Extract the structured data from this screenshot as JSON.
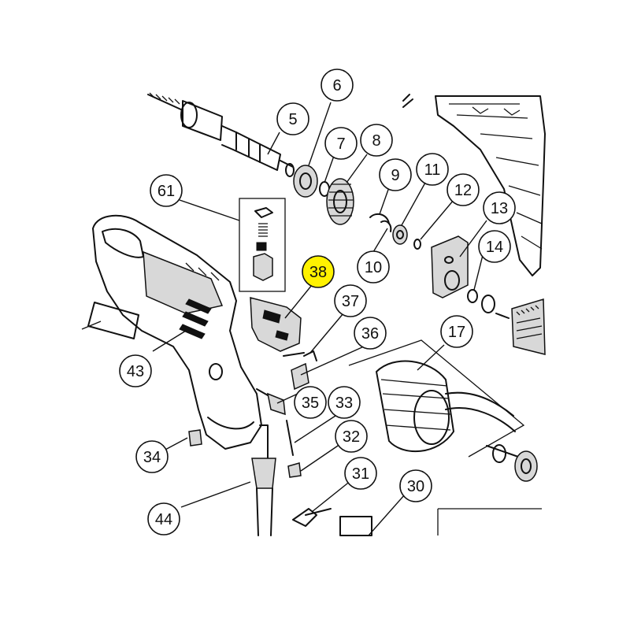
{
  "diagram": {
    "highlight_color": "#fff200",
    "highlighted_part": "38",
    "parts": [
      "5",
      "6",
      "7",
      "8",
      "9",
      "10",
      "11",
      "12",
      "13",
      "14",
      "17",
      "30",
      "31",
      "32",
      "33",
      "34",
      "35",
      "36",
      "37",
      "38",
      "43",
      "44",
      "61"
    ]
  },
  "callouts": [
    {
      "label": "6"
    },
    {
      "label": "5"
    },
    {
      "label": "7"
    },
    {
      "label": "8"
    },
    {
      "label": "9"
    },
    {
      "label": "11"
    },
    {
      "label": "12"
    },
    {
      "label": "13"
    },
    {
      "label": "14"
    },
    {
      "label": "10"
    },
    {
      "label": "61"
    },
    {
      "label": "38"
    },
    {
      "label": "37"
    },
    {
      "label": "36"
    },
    {
      "label": "17"
    },
    {
      "label": "43"
    },
    {
      "label": "35"
    },
    {
      "label": "33"
    },
    {
      "label": "32"
    },
    {
      "label": "34"
    },
    {
      "label": "31"
    },
    {
      "label": "30"
    },
    {
      "label": "44"
    }
  ]
}
